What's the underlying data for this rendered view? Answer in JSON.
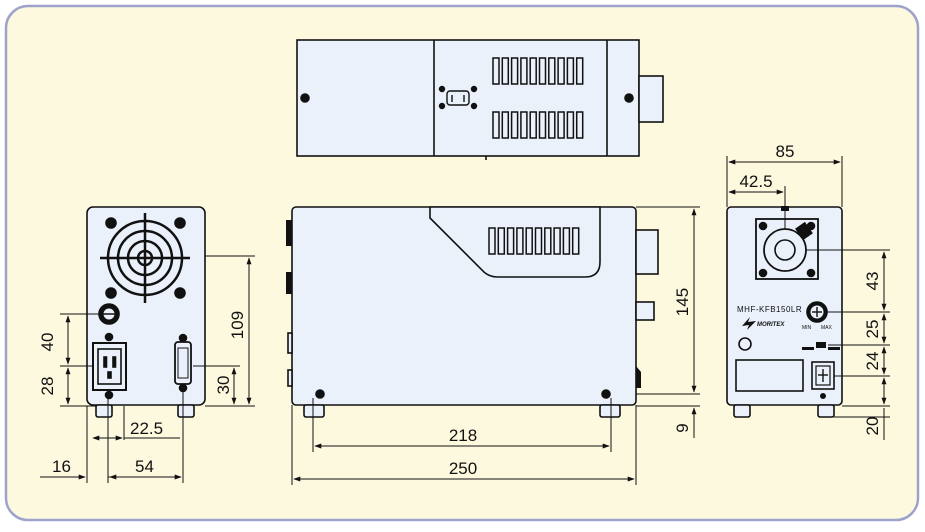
{
  "panel": {
    "background": "#fdf9df",
    "border": "#9ea3cc",
    "body_fill": "#eaf1fb",
    "line": "#111111"
  },
  "front_view": {
    "dims": {
      "d40": "40",
      "d28": "28",
      "d109": "109",
      "d30": "30",
      "d22_5": "22.5",
      "d16": "16",
      "d54": "54"
    }
  },
  "side_view": {
    "dims": {
      "d145": "145",
      "d218": "218",
      "d250": "250",
      "d9": "9"
    }
  },
  "rear_view": {
    "dims": {
      "d85": "85",
      "d42_5": "42.5",
      "d43": "43",
      "d25": "25",
      "d24": "24",
      "d20": "20"
    },
    "model_label": "MHF-KFB150LR",
    "brand_label": "MORITEX",
    "knob_min": "MIN",
    "knob_max": "MAX"
  }
}
